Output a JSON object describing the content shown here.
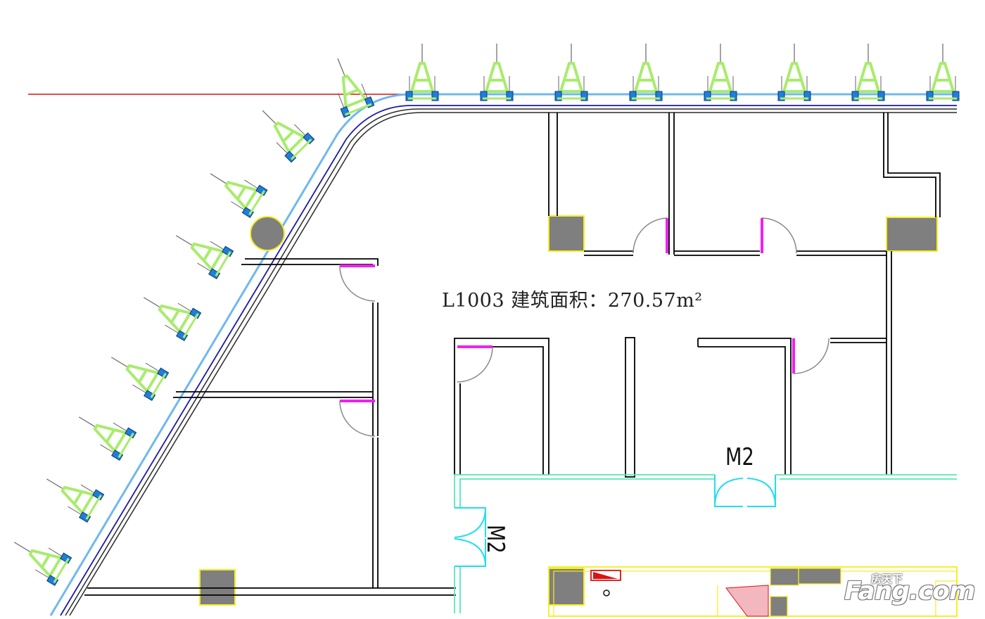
{
  "unit": {
    "label": "L1003 建筑面积：270.57m²"
  },
  "door_tags": {
    "m2_north": "M2",
    "m2_west": "M2"
  },
  "watermark": {
    "cn": "房天下",
    "en": "Fang.com"
  },
  "colors": {
    "wall": "#000000",
    "facade": "#6fb8f0",
    "facade_inner": "#1a1aaa",
    "axis": "#dd1111",
    "bracket": "#a8ec6c",
    "anchor": "#1e7fd8",
    "column_fill": "#7f7f7f",
    "column_border": "#f4ee1e",
    "door": "#ee22ee",
    "corridor": "#55e8b8",
    "double_door": "#22ddee"
  }
}
